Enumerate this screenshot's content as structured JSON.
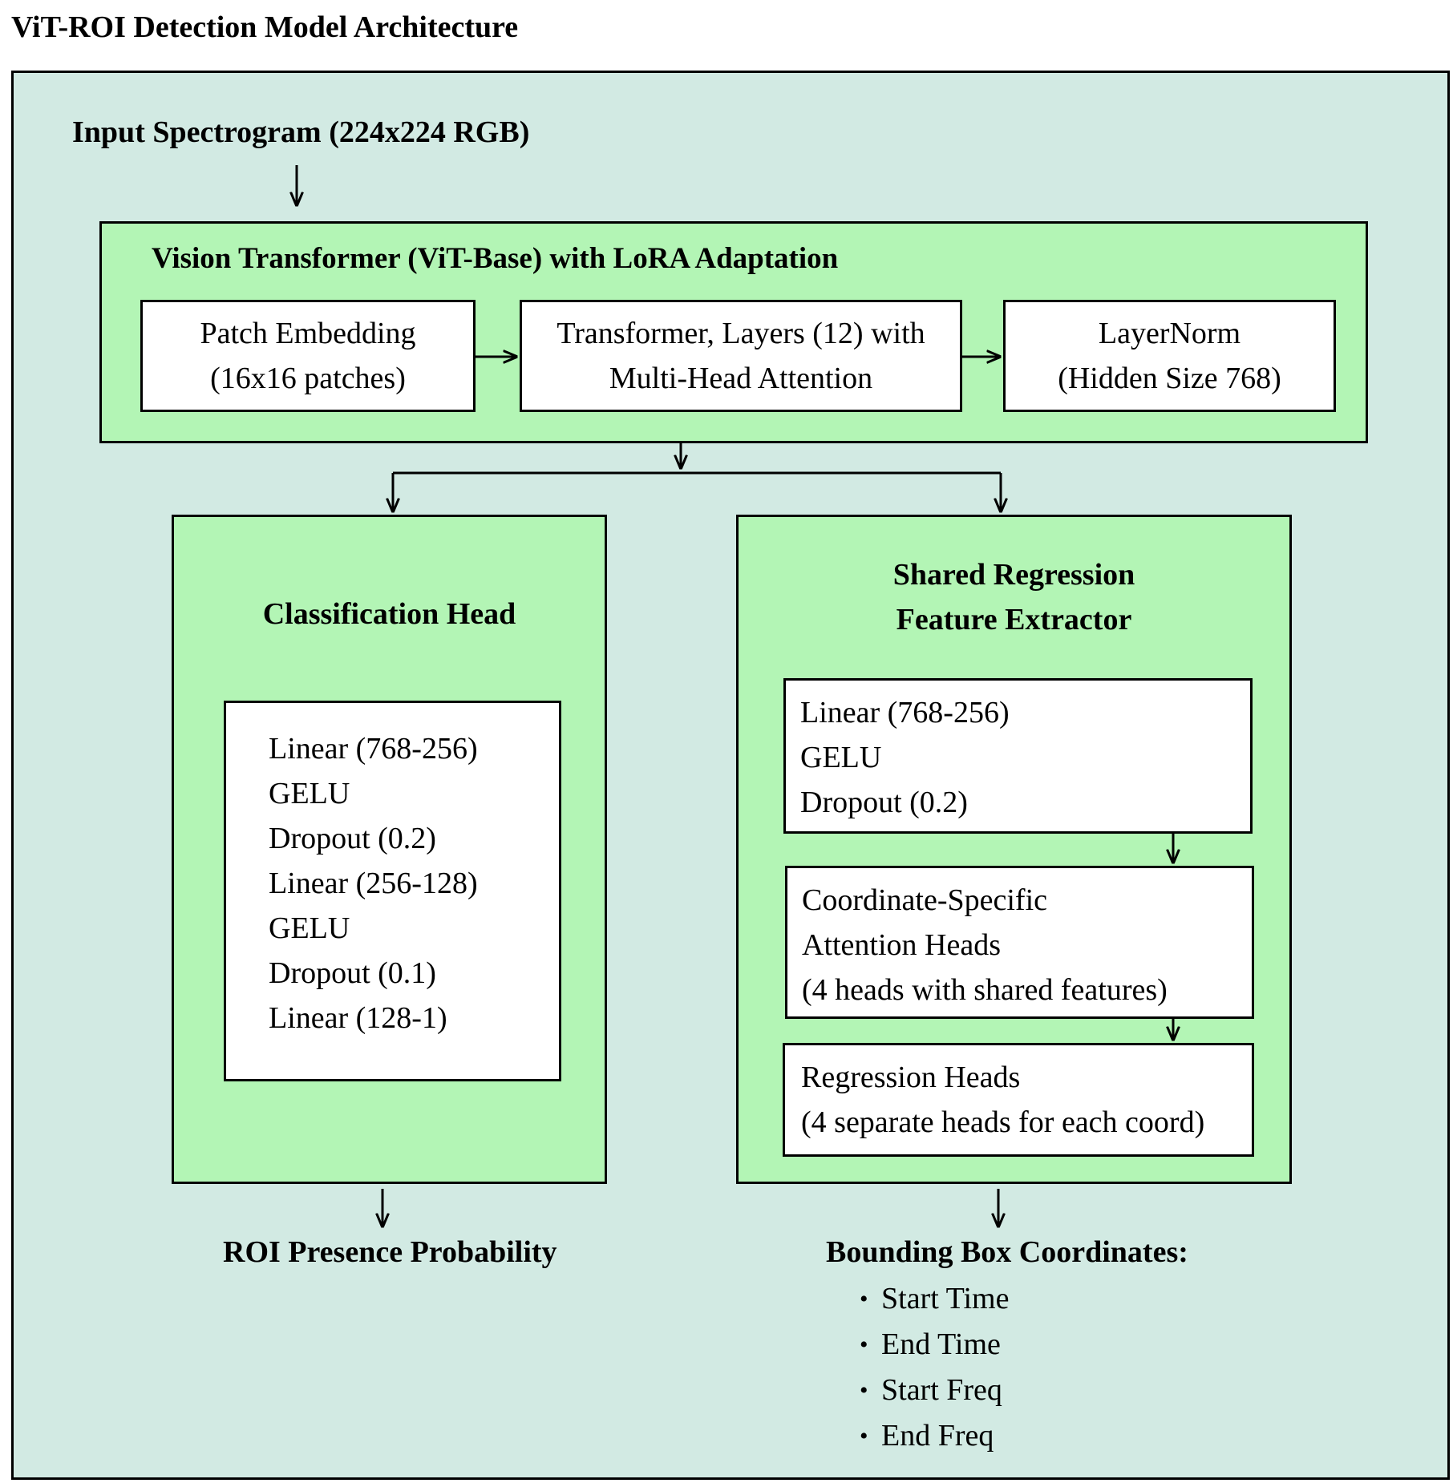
{
  "title": "ViT-ROI Detection Model Architecture",
  "input": {
    "label": "Input Spectrogram (224x224 RGB)"
  },
  "backbone": {
    "title": "Vision Transformer (ViT-Base) with LoRA Adaptation",
    "patch_embedding": [
      "Patch Embedding",
      "(16x16 patches)"
    ],
    "transformer": [
      "Transformer, Layers (12) with",
      "Multi-Head Attention"
    ],
    "layernorm": [
      "LayerNorm",
      "(Hidden Size 768)"
    ]
  },
  "classification_head": {
    "title": "Classification Head",
    "layers": [
      "Linear (768-256)",
      "GELU",
      "Dropout (0.2)",
      "Linear (256-128)",
      "GELU",
      "Dropout (0.1)",
      "Linear (128-1)"
    ]
  },
  "regression_head": {
    "title": [
      "Shared Regression",
      "Feature Extractor"
    ],
    "shared_layers": [
      "Linear (768-256)",
      "GELU",
      "Dropout (0.2)"
    ],
    "attention_heads": [
      "Coordinate-Specific",
      "Attention Heads",
      "(4 heads with shared features)"
    ],
    "regression_heads": [
      "Regression Heads",
      "(4 separate heads for each coord)"
    ]
  },
  "outputs": {
    "classification": "ROI Presence Probability",
    "regression_title": "Bounding Box Coordinates:",
    "regression_items": [
      "Start Time",
      "End Time",
      "Start Freq",
      "End Freq"
    ]
  },
  "colors": {
    "outer_panel": "#d2eae3",
    "block_fill": "#b3f5b5",
    "inner_fill": "#ffffff",
    "stroke": "#000000"
  }
}
